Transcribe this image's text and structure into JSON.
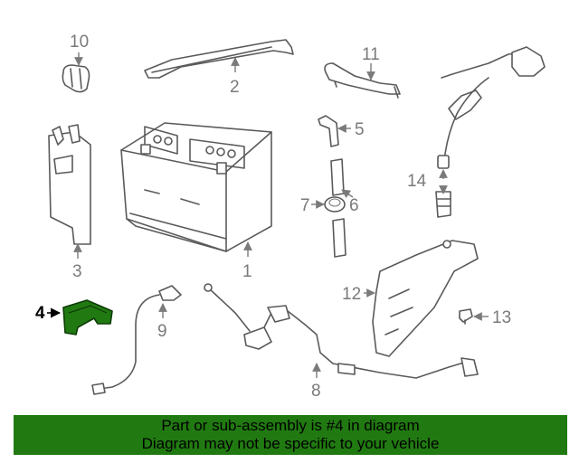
{
  "callouts": [
    {
      "id": "1",
      "label": "1"
    },
    {
      "id": "2",
      "label": "2"
    },
    {
      "id": "3",
      "label": "3"
    },
    {
      "id": "4",
      "label": "4"
    },
    {
      "id": "5",
      "label": "5"
    },
    {
      "id": "6",
      "label": "6"
    },
    {
      "id": "7",
      "label": "7"
    },
    {
      "id": "8",
      "label": "8"
    },
    {
      "id": "9",
      "label": "9"
    },
    {
      "id": "10",
      "label": "10"
    },
    {
      "id": "11",
      "label": "11"
    },
    {
      "id": "12",
      "label": "12"
    },
    {
      "id": "13",
      "label": "13"
    },
    {
      "id": "14",
      "label": "14"
    }
  ],
  "highlighted_part": "4",
  "colors": {
    "highlight": "#217a11",
    "banner": "#217a11",
    "line": "#5a5a5a"
  },
  "banner": {
    "line1": "Part or sub-assembly is #4 in diagram",
    "line2": "Diagram may not be specific to your vehicle"
  }
}
